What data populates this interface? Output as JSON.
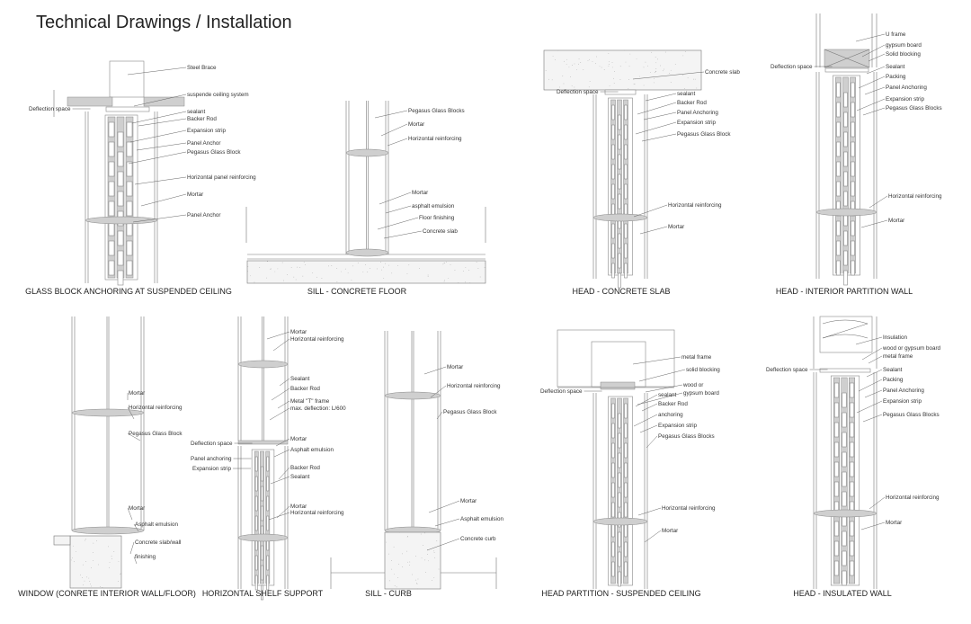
{
  "title": "Technical Drawings / Installation",
  "panels": [
    {
      "caption": "GLASS BLOCK ANCHORING AT SUSPENDED CEILING",
      "labels": [
        "Steel Brace",
        "suspende ceiling system",
        "Deflection space",
        "sealant",
        "Backer Rod",
        "Expansion strip",
        "Panel Anchor",
        "Pegasus Glass Block",
        "Horizontal panel reinforcing",
        "Mortar",
        "Panel Anchor"
      ]
    },
    {
      "caption": "SILL - CONCRETE FLOOR",
      "labels": [
        "Pegasus Glass Blocks",
        "Mortar",
        "Horizontal reinforcing",
        "Mortar",
        "asphalt emulsion",
        "Floor finishing",
        "Concrete slab"
      ]
    },
    {
      "caption": "HEAD - CONCRETE SLAB",
      "labels": [
        "Concrete slab",
        "Deflection space",
        "sealant",
        "Backer Rod",
        "Panel Anchoring",
        "Expansion strip",
        "Pegasus Glass Block",
        "Horizontal reinforcing",
        "Mortar"
      ]
    },
    {
      "caption": "HEAD - INTERIOR PARTITION WALL",
      "labels": [
        "U frame",
        "gypsum board",
        "Solid blocking",
        "Deflection space",
        "Sealant",
        "Packing",
        "Panel Anchoring",
        "Expansion strip",
        "Pegasus Glass Blocks",
        "Horizontal reinforcing",
        "Mortar"
      ]
    },
    {
      "caption": "WINDOW (CONRETE INTERIOR WALL/FLOOR)",
      "labels": [
        "Mortar",
        "Horizontal reinforcing",
        "Pegasus Glass Block",
        "Mortar",
        "Asphalt emulsion",
        "Concrete slab/wall",
        "finishing"
      ]
    },
    {
      "caption": "HORIZONTAL SHELF SUPPORT",
      "labels": [
        "Mortar",
        "Horizontal reinforcing",
        "Sealant",
        "Backer Rod",
        "Metal \"T\" frame",
        "max. deflection: L/600",
        "Mortar",
        "Deflection space",
        "Asphalt emulsion",
        "Panel anchoring",
        "Expansion strip",
        "Backer Rod",
        "Sealant",
        "Mortar",
        "Horizontal reinforcing"
      ]
    },
    {
      "caption": "SILL - CURB",
      "labels": [
        "Mortar",
        "Horizontal reinforcing",
        "Pegasus Glass Block",
        "Mortar",
        "Asphalt emulsion",
        "Concrete curb"
      ]
    },
    {
      "caption": "HEAD PARTITION - SUSPENDED CEILING",
      "labels": [
        "metal frame",
        "solid blocking",
        "wood or",
        "gypsum board",
        "Deflection space",
        "sealant",
        "Backer Rod",
        "anchoring",
        "Expansion strip",
        "Pegasus Glass Blocks",
        "Horizontal reinforcing",
        "Mortar"
      ]
    },
    {
      "caption": "HEAD - INSULATED WALL",
      "labels": [
        "Insulation",
        "wood or gypsum board",
        "metal frame",
        "Deflection space",
        "Sealant",
        "Packing",
        "Panel Anchoring",
        "Expansion strip",
        "Pegasus Glass Blocks",
        "Horizontal reinforcing",
        "Mortar"
      ]
    }
  ]
}
